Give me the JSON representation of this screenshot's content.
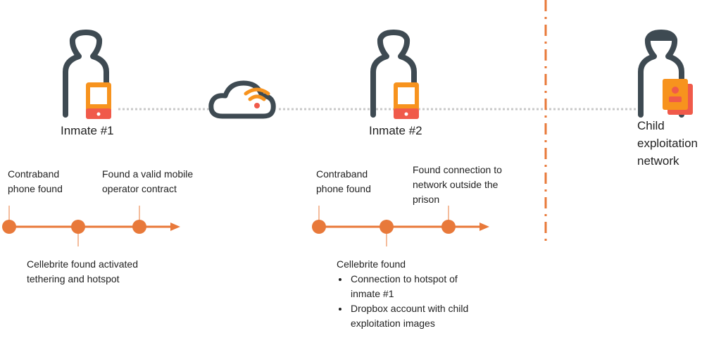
{
  "colors": {
    "person_stroke": "#3e4a52",
    "phone_orange": "#f7931e",
    "phone_red": "#f05a4a",
    "timeline": "#e8793a",
    "connector": "#c8c8c8",
    "divider": "#e8793a"
  },
  "icons": {
    "person": "person-icon",
    "phone": "mobile-phone-icon",
    "cloud": "cloud-wifi-icon",
    "id_cards": "id-cards-icon"
  },
  "inmate1": {
    "name": "Inmate #1",
    "above_1": [
      "Contraband",
      "phone found"
    ],
    "above_2": [
      "Found a valid mobile",
      "operator contract"
    ],
    "below_1": [
      "Cellebrite found activated",
      "tethering and hotspot"
    ]
  },
  "inmate2": {
    "name": "Inmate #2",
    "above_1": [
      "Contraband",
      "phone found"
    ],
    "above_2": [
      "Found connection to",
      "network outside the",
      "prison"
    ],
    "below_title": "Cellebrite found",
    "bullets": [
      [
        "Connection  to hotspot of",
        "inmate #1"
      ],
      [
        "Dropbox account with child",
        "exploitation images"
      ]
    ]
  },
  "network": {
    "label": [
      "Child",
      "exploitation",
      "network"
    ]
  }
}
